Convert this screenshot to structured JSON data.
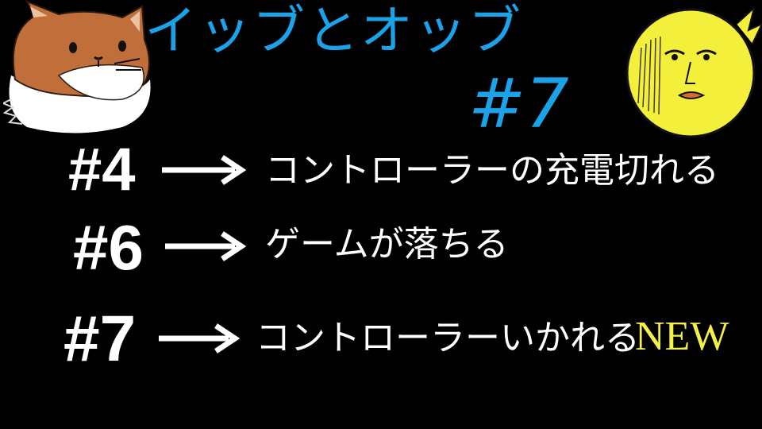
{
  "title": "イッブとオッブ",
  "episode": "#7",
  "rows": [
    {
      "num": "#4",
      "text": "コントローラーの充電切れる"
    },
    {
      "num": "#6",
      "text": "ゲームが落ちる"
    },
    {
      "num": "#7",
      "text": "コントローラーいかれる",
      "badge": "NEW"
    }
  ],
  "colors": {
    "title": "#1aa3e8",
    "text": "#ffffff",
    "badge": "#f4f046",
    "moon": "#f3ef3a",
    "cat": "#c06f3a"
  },
  "icons": {
    "left": "cat-mascot-icon",
    "right": "moon-face-icon",
    "arrow": "right-arrow-icon"
  }
}
